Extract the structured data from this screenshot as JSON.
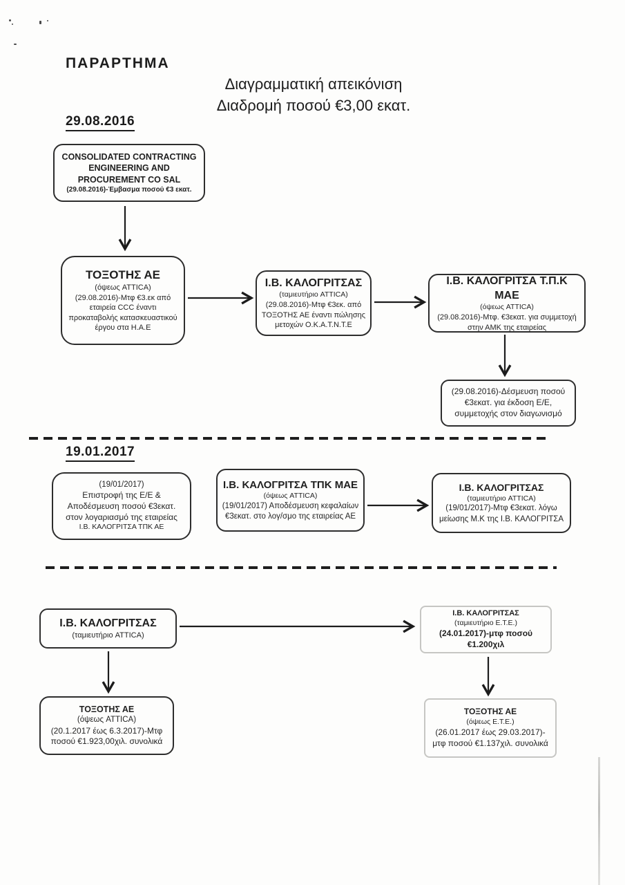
{
  "header": {
    "title": "ΠΑΡΑΡΤΗΜΑ",
    "subtitle_line1": "Διαγραμματική απεικόνιση",
    "subtitle_line2": "Διαδρομή ποσού €3,00 εκατ."
  },
  "colors": {
    "ink": "#242424",
    "light_box_border": "#c6c6c3",
    "paper": "#fdfdfc"
  },
  "s1": {
    "date": "29.08.2016",
    "box_ccc": {
      "l1": "CONSOLIDATED CONTRACTING",
      "l2": "ENGINEERING AND",
      "l3": "PROCUREMENT CO SAL",
      "l4": "(29.08.2016)-Έμβασμα ποσού €3 εκατ."
    },
    "box_toxotis": {
      "title": "ΤΟΞΟΤΗΣ ΑΕ",
      "l1": "(όψεως ATTICA)",
      "l2": "(29.08.2016)-Μτφ €3.εκ από",
      "l3": "εταιρεία CCC έναντι",
      "l4": "προκαταβολής κατασκευαστικού",
      "l5": "έργου στα Η.Α.Ε"
    },
    "box_kalogritsas": {
      "title": "Ι.Β. ΚΑΛΟΓΡΙΤΣΑΣ",
      "l1": "(ταμιευτήριο ATTICA)",
      "l2": "(29.08.2016)-Μτφ €3εκ. από",
      "l3": "ΤΟΞΟΤΗΣ ΑΕ έναντι πώλησης",
      "l4": "μετοχών Ο.Κ.Α.Τ.Ν.Τ.Ε"
    },
    "box_tpk_mae": {
      "title": "Ι.Β. ΚΑΛΟΓΡΙΤΣΑ Τ.Π.Κ ΜΑΕ",
      "l1": "(όψεως ATTICA)",
      "l2": "(29.08.2016)-Μτφ. €3εκατ. για συμμετοχή",
      "l3": "στην ΑΜΚ της εταιρείας"
    },
    "box_desmeusi": {
      "l1": "(29.08.2016)-Δέσμευση ποσού",
      "l2": "€3εκατ. για έκδοση Ε/Ε,",
      "l3": "συμμετοχής στον διαγωνισμό"
    }
  },
  "s2": {
    "date": "19.01.2017",
    "box_epistrofi": {
      "l1": "(19/01/2017)",
      "l2": "Επιστροφή της Ε/Ε &",
      "l3": "Αποδέσμευση ποσού €3εκατ.",
      "l4": "στον λογαριασμό της εταιρείας",
      "l5": "Ι.Β. ΚΑΛΟΓΡΙΤΣΑ ΤΠΚ ΑΕ"
    },
    "box_tpk_mae": {
      "title": "Ι.Β. ΚΑΛΟΓΡΙΤΣΑ ΤΠΚ ΜΑΕ",
      "l1": "(όψεως ATTICA)",
      "l2": "(19/01/2017) Αποδέσμευση κεφαλαίων",
      "l3": "€3εκατ. στο λογ/σμο της εταιρείας ΑΕ"
    },
    "box_kalogritsas": {
      "title": "Ι.Β. ΚΑΛΟΓΡΙΤΣΑΣ",
      "l1": "(ταμιευτήριο ATTICA)",
      "l2": "(19/01/2017)-Μτφ €3εκατ. λόγω",
      "l3": "μείωσης Μ.Κ της Ι.Β. ΚΑΛΟΓΡΙΤΣΑ"
    }
  },
  "s3": {
    "box_kal_attica": {
      "title": "Ι.Β. ΚΑΛΟΓΡΙΤΣΑΣ",
      "l1": "(ταμιευτήριο ATTICA)"
    },
    "box_kal_ete": {
      "title": "Ι.Β. ΚΑΛΟΓΡΙΤΣΑΣ",
      "l1": "(ταμιευτήριο Ε.Τ.Ε.)",
      "l2": "(24.01.2017)-μτφ ποσού €1.200χιλ"
    },
    "box_toxotis_attica": {
      "title": "ΤΟΞΟΤΗΣ ΑΕ",
      "l1": "(όψεως ATTICA)",
      "l2": "(20.1.2017 έως 6.3.2017)-Μτφ",
      "l3": "ποσού €1.923,00χιλ. συνολικά"
    },
    "box_toxotis_ete": {
      "title": "ΤΟΞΟΤΗΣ ΑΕ",
      "l1": "(όψεως Ε.Τ.Ε.)",
      "l2": "(26.01.2017 έως 29.03.2017)-",
      "l3": "μτφ ποσού €1.137χιλ. συνολικά"
    }
  }
}
